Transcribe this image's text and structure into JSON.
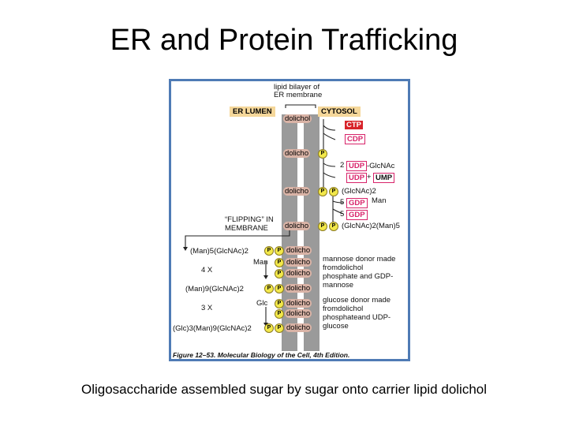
{
  "slide": {
    "title": "ER and Protein Trafficking",
    "caption": "Oligosaccharide assembled sugar by sugar onto carrier lipid dolichol"
  },
  "figure": {
    "bilayer_label_1": "lipid bilayer of",
    "bilayer_label_2": "ER membrane",
    "lumen": "ER LUMEN",
    "cytosol": "CYTOSOL",
    "dolichol": "dolichol",
    "dolichol_short": "dolicho",
    "p": "P",
    "ctp": "CTP",
    "cdp": "CDP",
    "udp": "UDP",
    "ump": "UMP",
    "gdp": "GDP",
    "glcnac": "-GlcNAc",
    "two": "2",
    "plus": "+",
    "five": "5",
    "glcnac2": "(GlcNAc)2",
    "man": "Man",
    "man_dash": "Man",
    "glcnac2man5": "(GlcNAc)2(Man)5",
    "flipping_1": "“FLIPPING” IN",
    "flipping_2": "MEMBRANE",
    "man5glcnac2": "(Man)5(GlcNAc)2",
    "four_x": "4 X",
    "man9glcnac2": "(Man)9(GlcNAc)2",
    "three_x": "3 X",
    "glc": "Glc",
    "glc3man9glcnac2": "(Glc)3(Man)9(GlcNAc)2",
    "mannose_donor_1": "mannose donor made",
    "mannose_donor_2": "fromdolichol",
    "mannose_donor_3": "phosphate and GDP-",
    "mannose_donor_4": "mannose",
    "glucose_donor_1": "glucose donor made",
    "glucose_donor_2": "fromdolichol",
    "glucose_donor_3": "phosphateand UDP-",
    "glucose_donor_4": "glucose",
    "source": "Figure 12–53. Molecular Biology of the Cell, 4th Edition."
  }
}
